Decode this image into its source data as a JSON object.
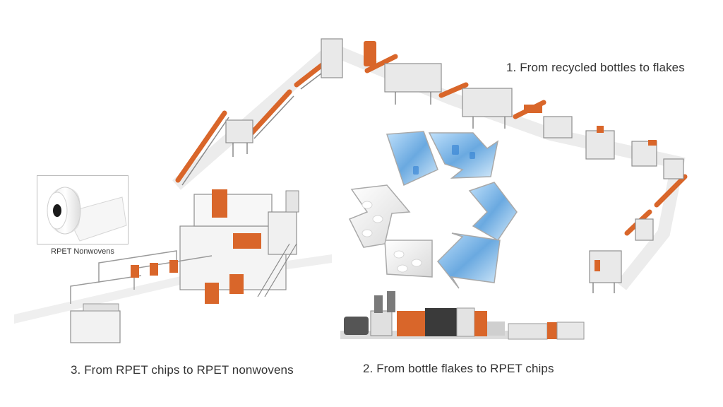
{
  "captions": {
    "step1": "1. From recycled bottles to flakes",
    "step2": "2. From bottle flakes to RPET chips",
    "step3": "3. From RPET chips to RPET nonwovens"
  },
  "product_inset": {
    "label": "RPET Nonwovens"
  },
  "colors": {
    "machine_orange": "#d9662a",
    "frame_grey": "#9a9a9a",
    "bottle_blue": "#7fb6e6",
    "chip_white": "#f2f2f2",
    "text": "#333333"
  },
  "icons": {
    "recycle": "recycle-arrows-icon",
    "roll": "fabric-roll-icon"
  }
}
